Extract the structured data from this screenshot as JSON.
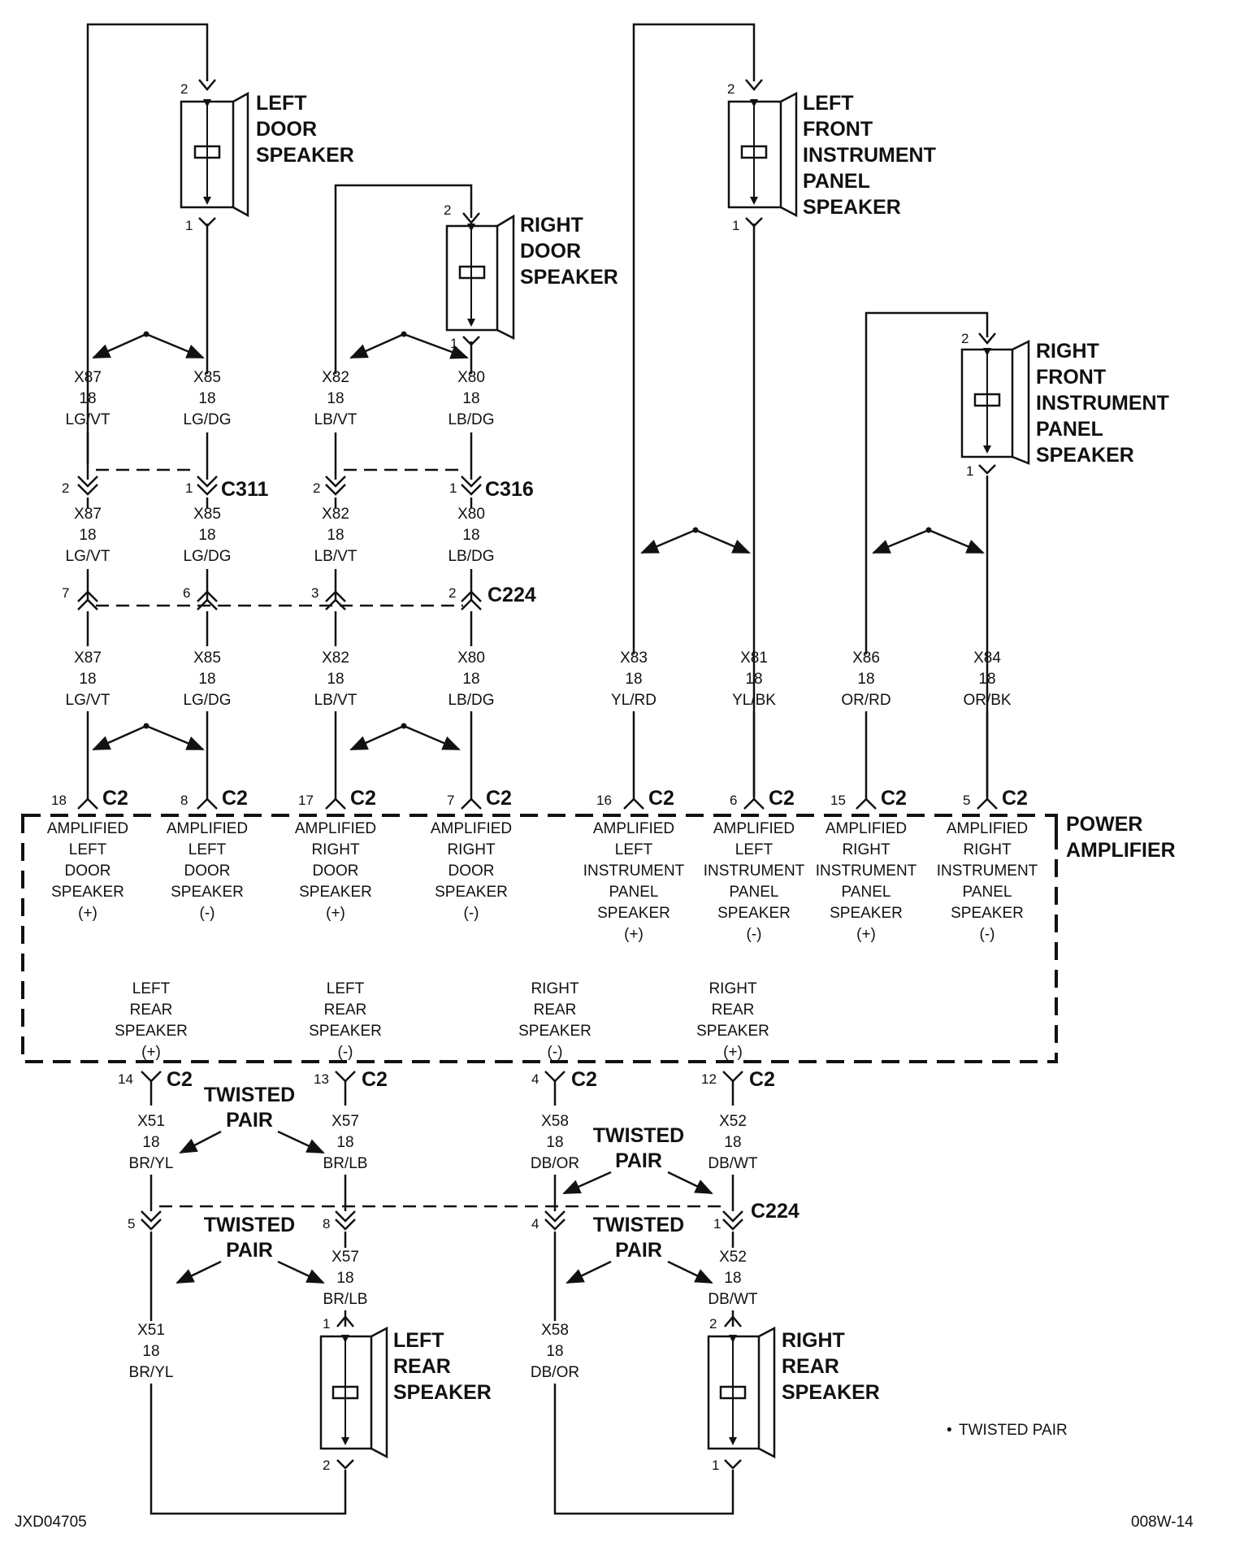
{
  "speakers": {
    "left_door": [
      "LEFT",
      "DOOR",
      "SPEAKER"
    ],
    "right_door": [
      "RIGHT",
      "DOOR",
      "SPEAKER"
    ],
    "left_front_ip": [
      "LEFT",
      "FRONT",
      "INSTRUMENT",
      "PANEL",
      "SPEAKER"
    ],
    "right_front_ip": [
      "RIGHT",
      "FRONT",
      "INSTRUMENT",
      "PANEL",
      "SPEAKER"
    ],
    "left_rear": [
      "LEFT",
      "REAR",
      "SPEAKER"
    ],
    "right_rear": [
      "RIGHT",
      "REAR",
      "SPEAKER"
    ]
  },
  "connectors": {
    "c311": "C311",
    "c316": "C316",
    "c224": "C224",
    "c2": "C2"
  },
  "module": {
    "label": [
      "POWER",
      "AMPLIFIER"
    ]
  },
  "wires": {
    "x87": [
      "X87",
      "18",
      "LG/VT"
    ],
    "x85": [
      "X85",
      "18",
      "LG/DG"
    ],
    "x82": [
      "X82",
      "18",
      "LB/VT"
    ],
    "x80": [
      "X80",
      "18",
      "LB/DG"
    ],
    "x83": [
      "X83",
      "18",
      "YL/RD"
    ],
    "x81": [
      "X81",
      "18",
      "YL/BK"
    ],
    "x86": [
      "X86",
      "18",
      "OR/RD"
    ],
    "x84": [
      "X84",
      "18",
      "OR/BK"
    ],
    "x51": [
      "X51",
      "18",
      "BR/YL"
    ],
    "x57": [
      "X57",
      "18",
      "BR/LB"
    ],
    "x58": [
      "X58",
      "18",
      "DB/OR"
    ],
    "x52": [
      "X52",
      "18",
      "DB/WT"
    ]
  },
  "pins": {
    "c2": [
      "18",
      "8",
      "17",
      "7",
      "16",
      "6",
      "15",
      "5",
      "14",
      "13",
      "4",
      "12"
    ],
    "c311": [
      "2",
      "1"
    ],
    "c316": [
      "2",
      "1"
    ],
    "c224_top": [
      "7",
      "6",
      "3",
      "2"
    ],
    "c224_bottom": [
      "5",
      "8",
      "4",
      "1"
    ],
    "speaker_pins": [
      "1",
      "2"
    ]
  },
  "amp_outputs": {
    "ald_pos": [
      "AMPLIFIED",
      "LEFT",
      "DOOR",
      "SPEAKER",
      "(+)"
    ],
    "ald_neg": [
      "AMPLIFIED",
      "LEFT",
      "DOOR",
      "SPEAKER",
      "(-)"
    ],
    "ard_pos": [
      "AMPLIFIED",
      "RIGHT",
      "DOOR",
      "SPEAKER",
      "(+)"
    ],
    "ard_neg": [
      "AMPLIFIED",
      "RIGHT",
      "DOOR",
      "SPEAKER",
      "(-)"
    ],
    "alip_pos": [
      "AMPLIFIED",
      "LEFT",
      "INSTRUMENT",
      "PANEL",
      "SPEAKER",
      "(+)"
    ],
    "alip_neg": [
      "AMPLIFIED",
      "LEFT",
      "INSTRUMENT",
      "PANEL",
      "SPEAKER",
      "(-)"
    ],
    "arip_pos": [
      "AMPLIFIED",
      "RIGHT",
      "INSTRUMENT",
      "PANEL",
      "SPEAKER",
      "(+)"
    ],
    "arip_neg": [
      "AMPLIFIED",
      "RIGHT",
      "INSTRUMENT",
      "PANEL",
      "SPEAKER",
      "(-)"
    ],
    "lr_pos": [
      "LEFT",
      "REAR",
      "SPEAKER",
      "(+)"
    ],
    "lr_neg": [
      "LEFT",
      "REAR",
      "SPEAKER",
      "(-)"
    ],
    "rr_neg": [
      "RIGHT",
      "REAR",
      "SPEAKER",
      "(-)"
    ],
    "rr_pos": [
      "RIGHT",
      "REAR",
      "SPEAKER",
      "(+)"
    ]
  },
  "twisted_pair": [
    "TWISTED",
    "PAIR"
  ],
  "legend": "TWISTED PAIR",
  "legend_bullet": "•",
  "footer": {
    "left": "JXD04705",
    "right": "008W-14"
  }
}
